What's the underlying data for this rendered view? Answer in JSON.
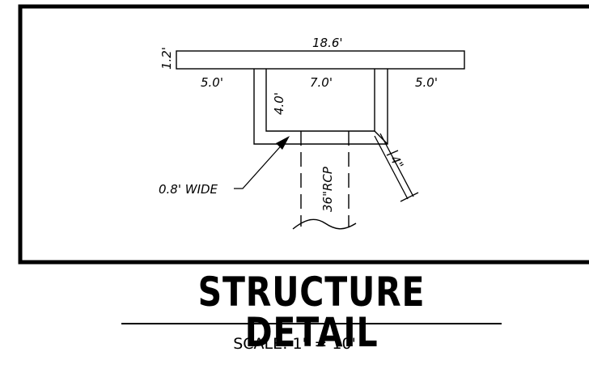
{
  "diagram": {
    "top_width_label": "18.6'",
    "slab_thickness_label": "1.2'",
    "left_overhang_label": "5.0'",
    "box_width_label": "7.0'",
    "right_overhang_label": "5.0'",
    "box_depth_label": "4.0'",
    "wall_width_label": "0.8' WIDE",
    "pipe_label": "36\"RCP",
    "slope_label": "4\""
  },
  "title": "STRUCTURE DETAIL",
  "scale": "SCALE:  1\"  =  10'"
}
